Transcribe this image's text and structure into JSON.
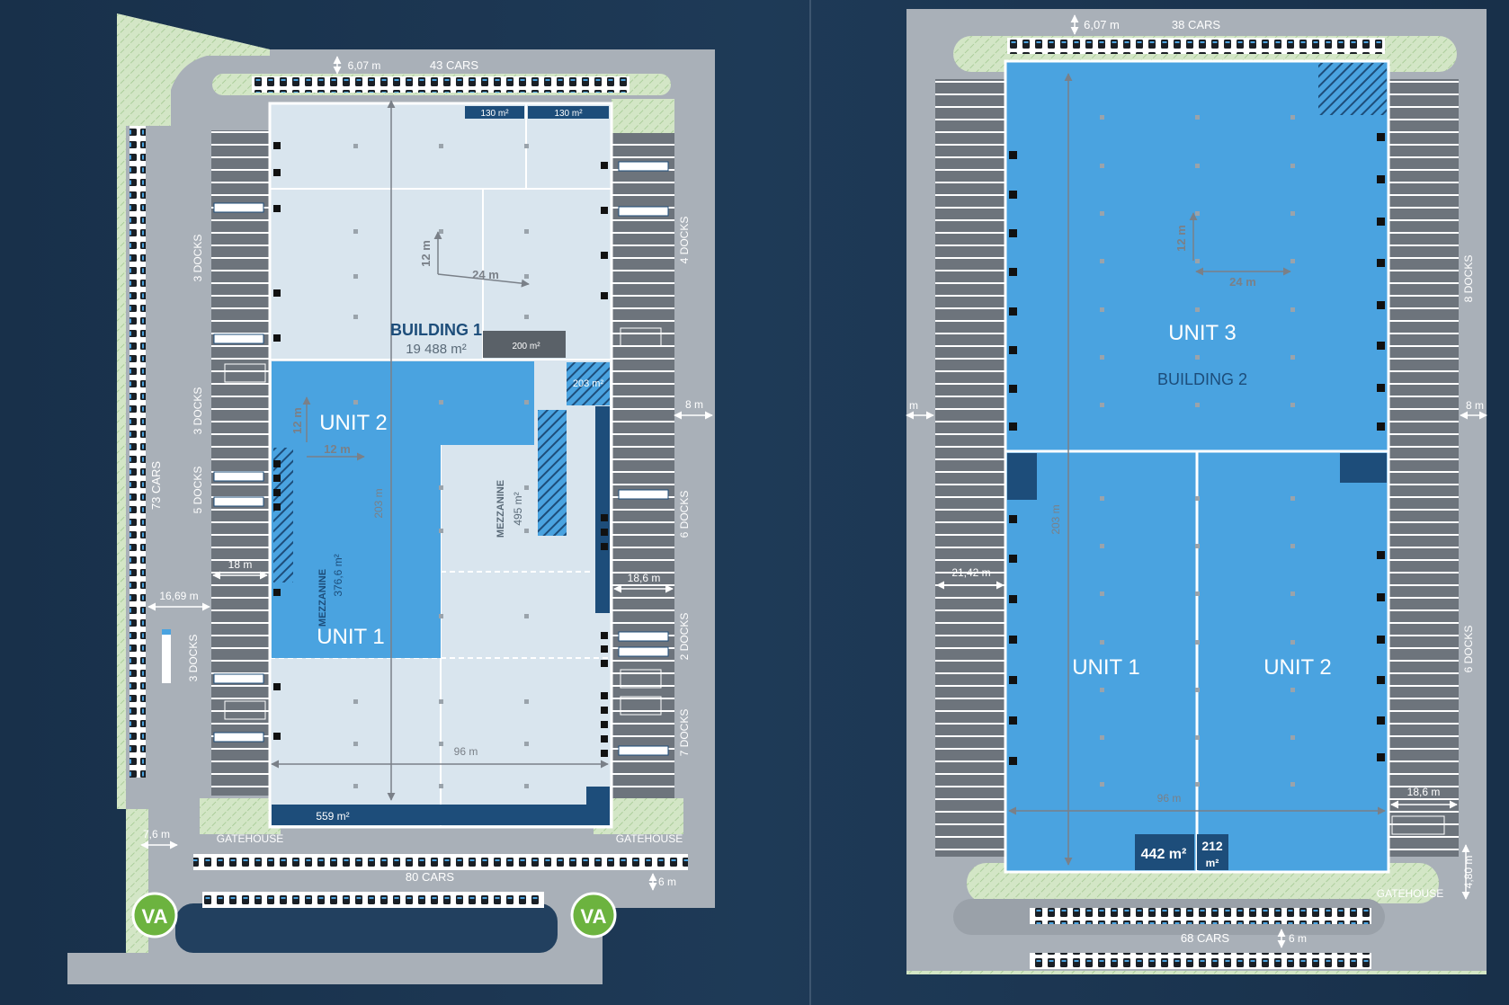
{
  "colors": {
    "background": "#1b3550",
    "site_grey": "#a9b0b8",
    "road_grey": "#9aa1a9",
    "dock_grey": "#6d747c",
    "green_area": "#cfe3c2",
    "building_light": "#d9e5ee",
    "unit_blue": "#4aa3e0",
    "dark_blue": "#1d4d7a",
    "navy": "#22405f",
    "logo_green": "#6cb33f"
  },
  "icons": [
    "parking-car-icon",
    "entrance-logo-icon",
    "dimension-arrow-icon",
    "hatched-area-icon"
  ],
  "building1": {
    "name": "BUILDING 1",
    "area": "19 488 m²",
    "unit1": "UNIT 1",
    "unit2": "UNIT 2",
    "mezz1_label": "MEZZANINE",
    "mezz1_area": "376,6 m²",
    "mezz2_label": "MEZZANINE",
    "mezz2_area": "495 m²",
    "office_a": "130 m²",
    "office_b": "130 m²",
    "office_c": "200 m²",
    "office_d": "203 m²",
    "office_e": "559 m²",
    "dim_setback": "6,07 m",
    "cars_top": "43 CARS",
    "cars_left": "73 CARS",
    "cars_bottom": "80 CARS",
    "dim_grid_v": "12 m",
    "dim_grid_h": "24 m",
    "dim_unit_v": "12 m",
    "dim_unit_h": "12 m",
    "dim_length": "203 m",
    "dim_width": "96 m",
    "dim_18": "18 m",
    "dim_1669": "16,69 m",
    "dim_8": "8 m",
    "dim_186": "18,6 m",
    "dim_76": "7,6 m",
    "dim_6": "6 m",
    "docks_l1": "3 DOCKS",
    "docks_l2": "3 DOCKS",
    "docks_l3": "5 DOCKS",
    "docks_l4": "3 DOCKS",
    "docks_r1": "4 DOCKS",
    "docks_r2": "6 DOCKS",
    "docks_r3": "2 DOCKS",
    "docks_r4": "7 DOCKS",
    "gate_left": "GATEHOUSE",
    "gate_right": "GATEHOUSE"
  },
  "building2": {
    "name": "BUILDING 2",
    "unit3": "UNIT 3",
    "unit1": "UNIT 1",
    "unit2": "UNIT 2",
    "office_a": "442 m²",
    "office_b_1": "212",
    "office_b_2": "m²",
    "dim_setback": "6,07 m",
    "cars_top": "38 CARS",
    "cars_bottom": "68 CARS",
    "dim_grid_v": "12 m",
    "dim_grid_h": "24 m",
    "dim_length": "203 m",
    "dim_width": "96 m",
    "dim_2142": "21,42 m",
    "dim_186": "18,6 m",
    "dim_8_left": "m",
    "dim_8_right": "8 m",
    "dim_6": "6 m",
    "dim_480": "4,80 m",
    "docks_r1": "8 DOCKS",
    "docks_r2": "6 DOCKS",
    "gate": "GATEHOUSE"
  }
}
